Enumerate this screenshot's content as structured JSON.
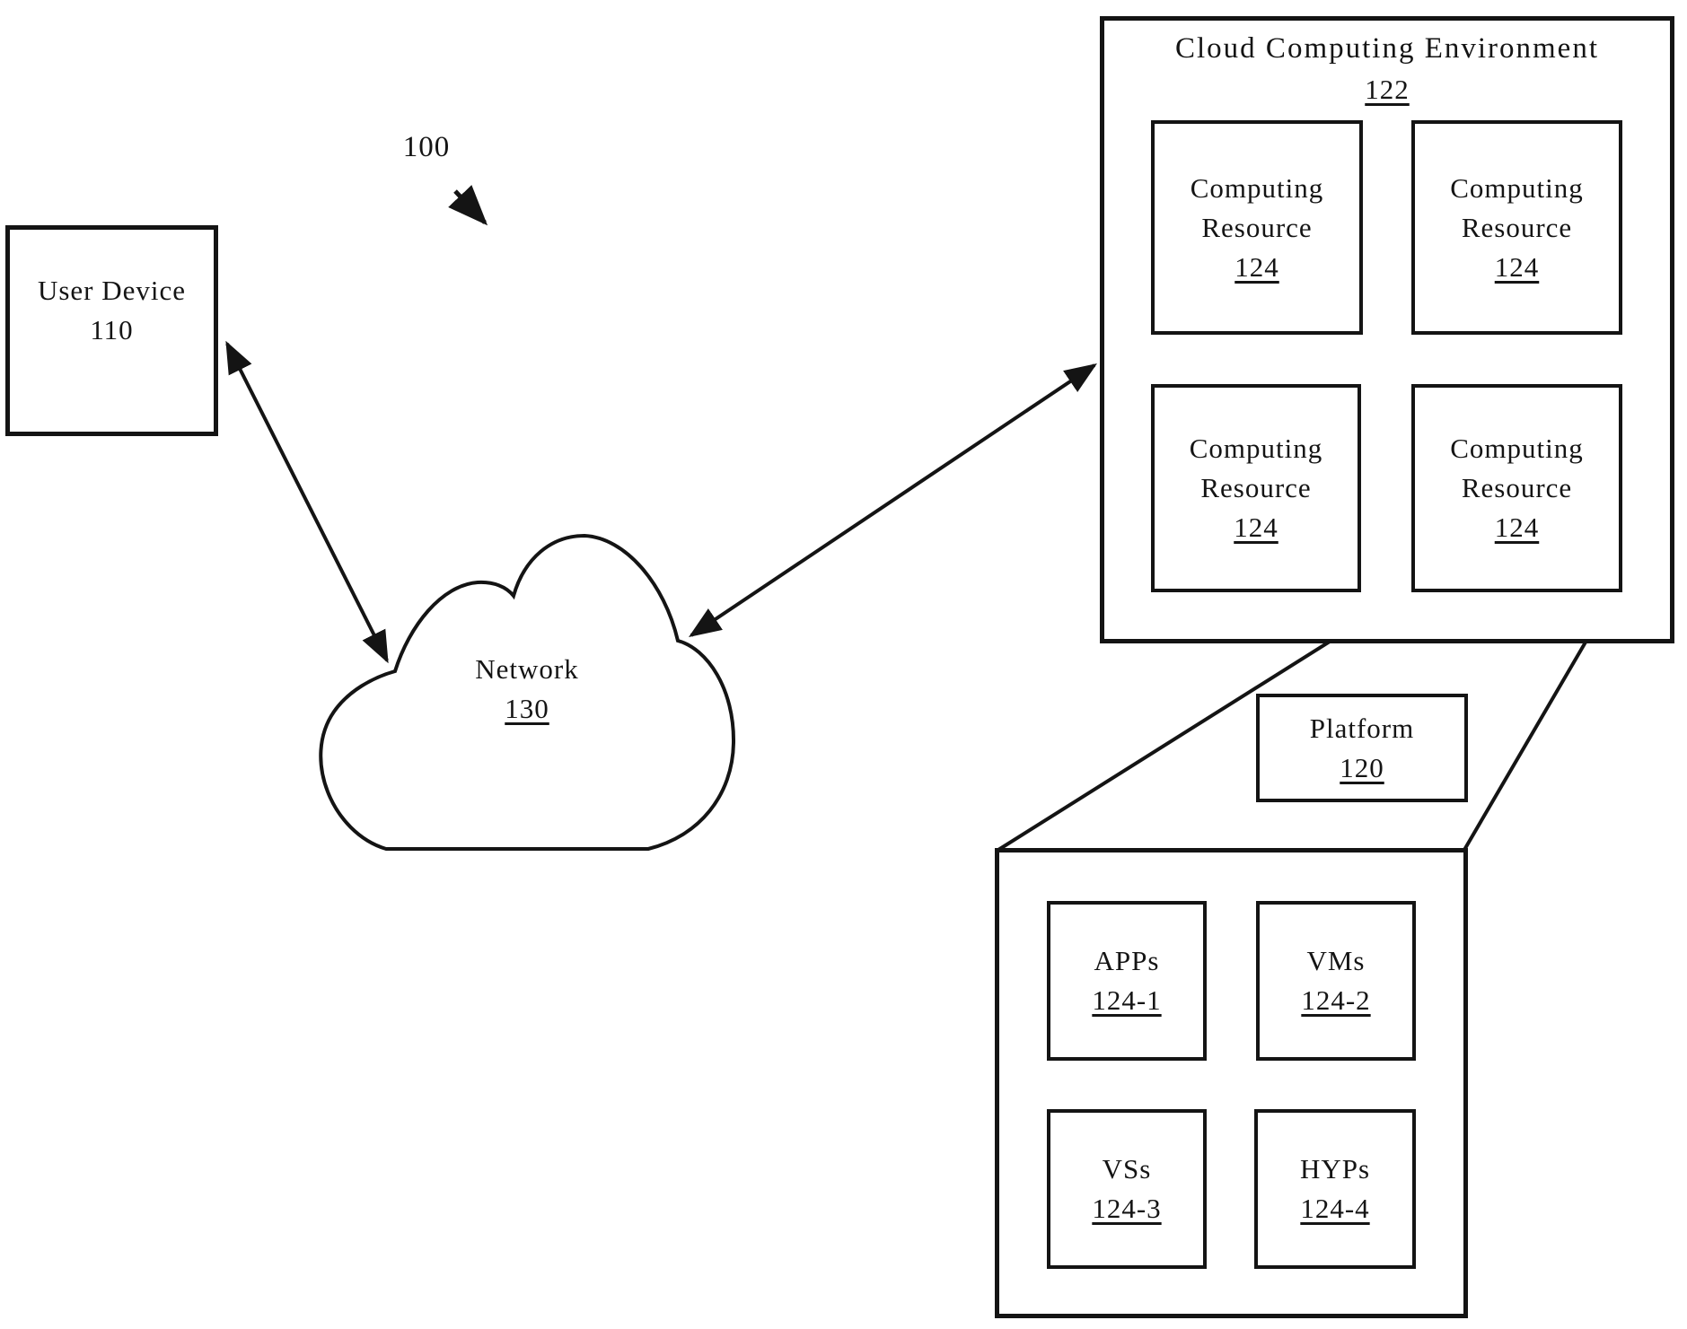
{
  "figure": {
    "system_ref": "100",
    "user_device": {
      "label": "User Device",
      "ref": "110"
    },
    "network": {
      "label": "Network",
      "ref": "130"
    },
    "cloud_environment": {
      "label": "Cloud Computing Environment",
      "ref": "122",
      "resources": [
        {
          "label": "Computing Resource",
          "ref": "124"
        },
        {
          "label": "Computing Resource",
          "ref": "124"
        },
        {
          "label": "Computing Resource",
          "ref": "124"
        },
        {
          "label": "Computing Resource",
          "ref": "124"
        }
      ]
    },
    "platform": {
      "label": "Platform",
      "ref": "120"
    },
    "platform_components": [
      {
        "label": "APPs",
        "ref": "124-1"
      },
      {
        "label": "VMs",
        "ref": "124-2"
      },
      {
        "label": "VSs",
        "ref": "124-3"
      },
      {
        "label": "HYPs",
        "ref": "124-4"
      }
    ],
    "colors": {
      "ink": "#141414",
      "background": "#ffffff"
    }
  }
}
